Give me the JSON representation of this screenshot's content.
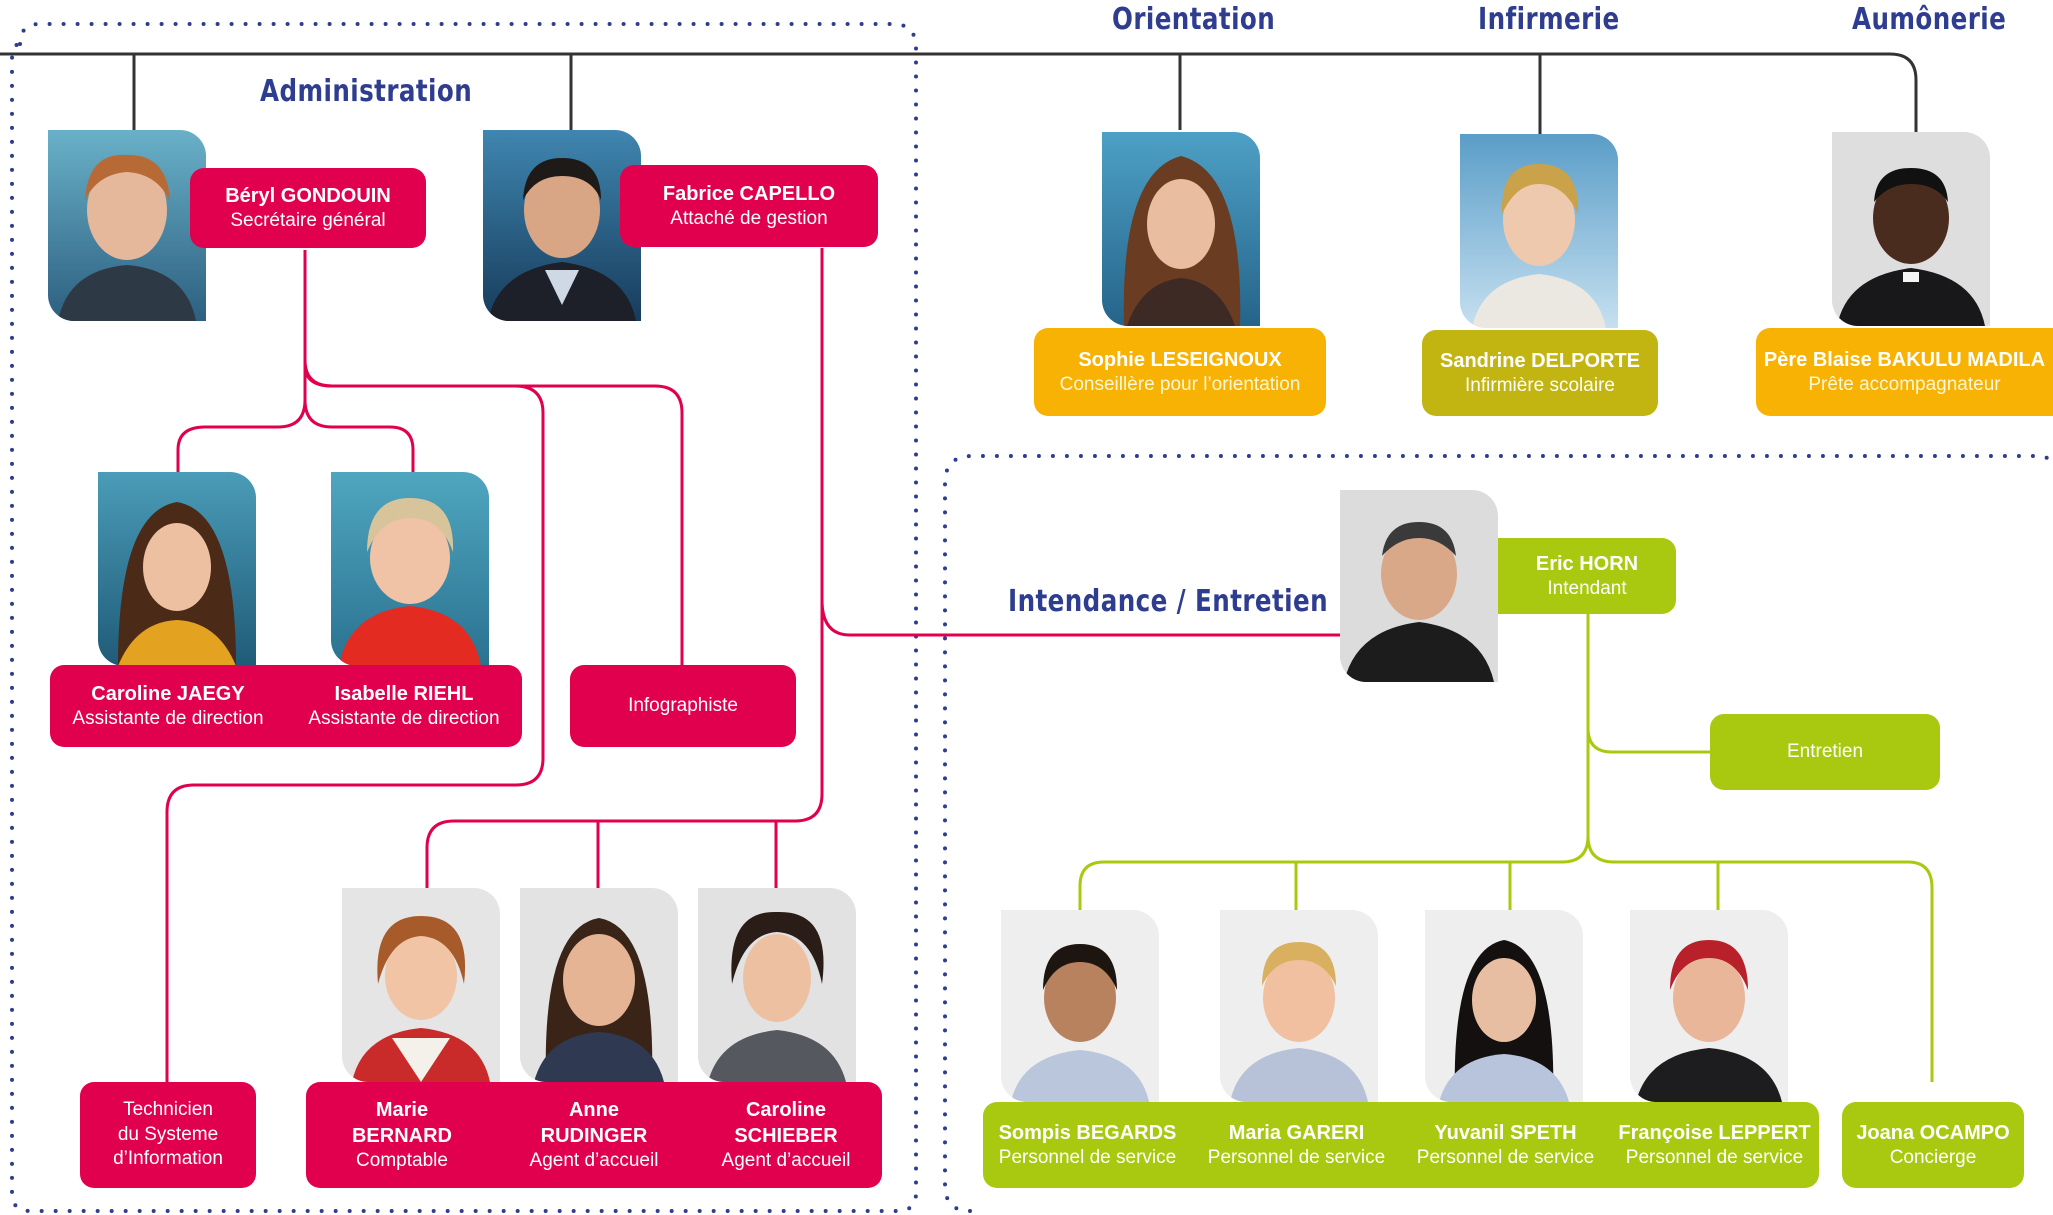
{
  "headers": {
    "orientation": "Orientation",
    "infirmerie": "Infirmerie",
    "aumonerie": "Aumônerie",
    "administration": "Administration",
    "intendance": "Intendance / Entretien"
  },
  "people": {
    "gondouin": {
      "name": "Béryl GONDOUIN",
      "role": "Secrétaire général"
    },
    "capello": {
      "name": "Fabrice CAPELLO",
      "role": "Attaché de gestion"
    },
    "leseignoux": {
      "name": "Sophie LESEIGNOUX",
      "role": "Conseillère pour l’orientation"
    },
    "delporte": {
      "name": "Sandrine DELPORTE",
      "role": "Infirmière scolaire"
    },
    "bakulu": {
      "name": "Père Blaise BAKULU MADILA",
      "role": "Prête accompagnateur"
    },
    "jaegy": {
      "name": "Caroline JAEGY",
      "role": "Assistante de direction"
    },
    "riehl": {
      "name": "Isabelle RIEHL",
      "role": "Assistante de direction"
    },
    "horn": {
      "name": "Eric HORN",
      "role": "Intendant"
    },
    "bernard": {
      "name_line1": "Marie",
      "name_line2": "BERNARD",
      "role": "Comptable"
    },
    "rudinger": {
      "name_line1": "Anne",
      "name_line2": "RUDINGER",
      "role": "Agent d’accueil"
    },
    "schieber": {
      "name_line1": "Caroline",
      "name_line2": "SCHIEBER",
      "role": "Agent d’accueil"
    },
    "begards": {
      "name": "Sompis BEGARDS",
      "role": "Personnel de service"
    },
    "gareri": {
      "name": "Maria GARERI",
      "role": "Personnel de service"
    },
    "speth": {
      "name": "Yuvanil SPETH",
      "role": "Personnel de service"
    },
    "leppert": {
      "name": "Françoise LEPPERT",
      "role": "Personnel de service"
    },
    "ocampo": {
      "name": "Joana OCAMPO",
      "role": "Concierge"
    }
  },
  "units": {
    "infographiste": "Infographiste",
    "entretien": "Entretien",
    "technicien": [
      "Technicien",
      "du Systeme",
      "d’Information"
    ]
  },
  "colors": {
    "administration": "#e0004d",
    "orientation": "#f7b203",
    "infirmerie": "#c2b512",
    "aumonerie": "#f7b203",
    "intendance": "#a8c90f",
    "header_text": "#2e3d8f",
    "connector_top": "#333333",
    "dotted_frame": "#2e3d8f"
  }
}
